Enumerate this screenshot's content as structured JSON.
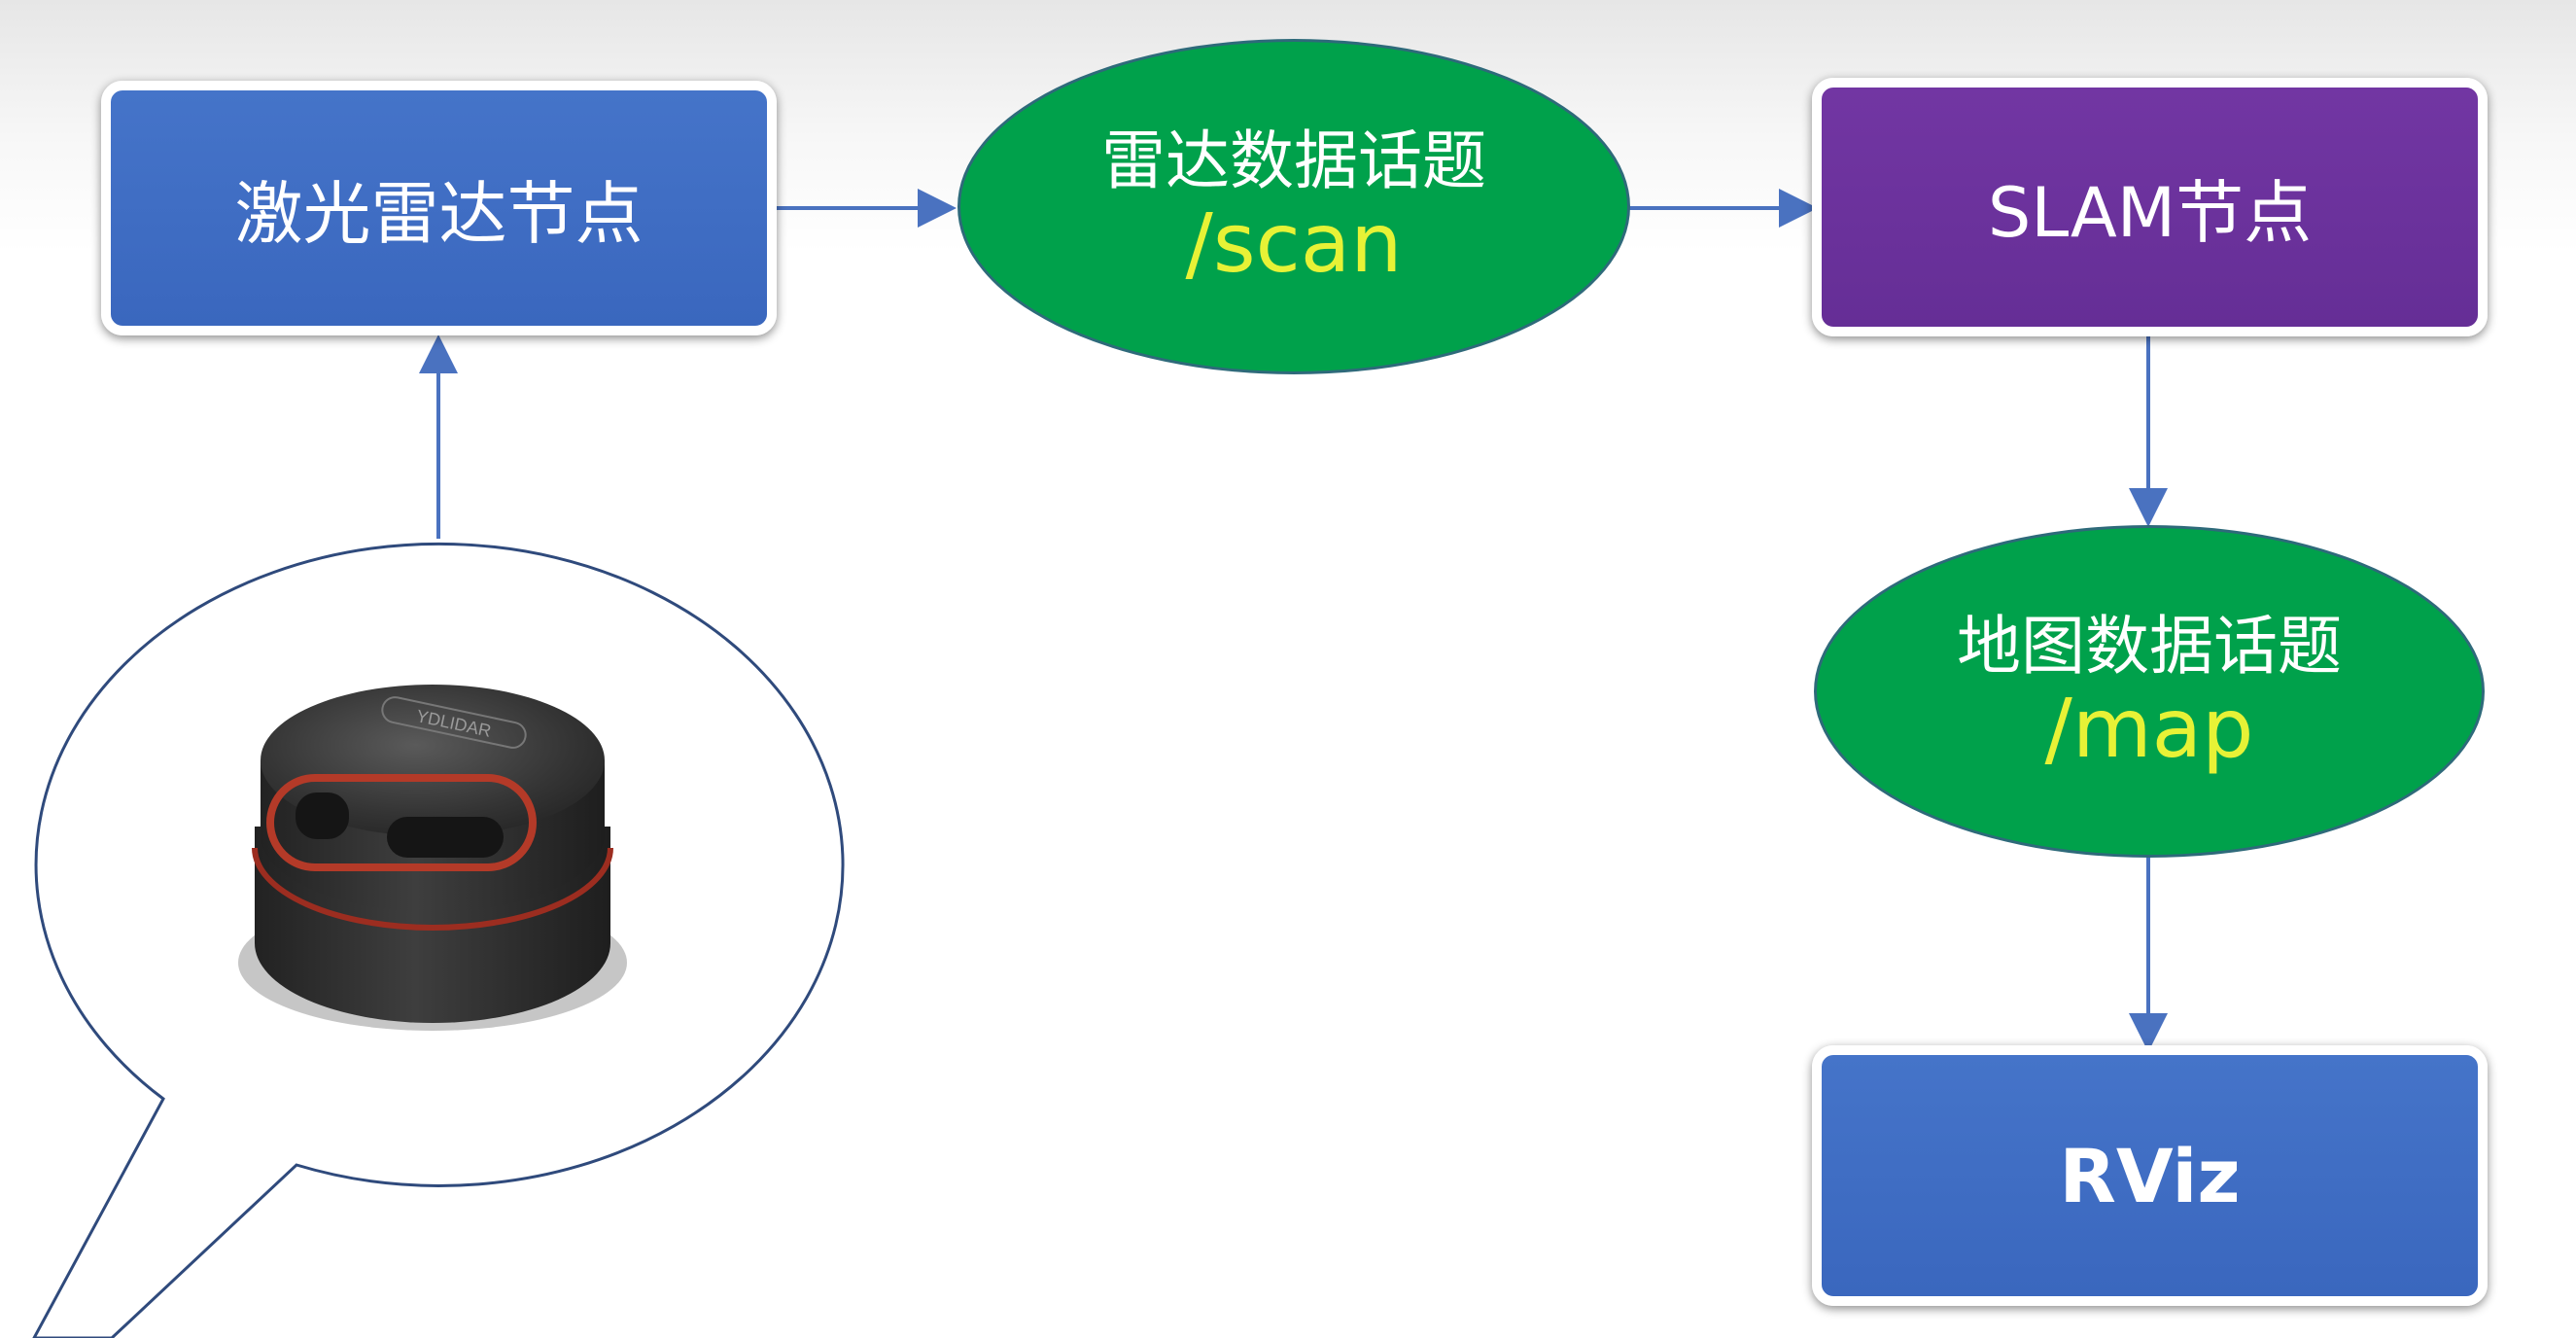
{
  "nodes": {
    "lidar": {
      "label": "激光雷达节点"
    },
    "slam": {
      "label": "SLAM节点"
    },
    "rviz": {
      "label": "RViz"
    }
  },
  "topics": {
    "scan": {
      "name": "雷达数据话题",
      "path": "/scan"
    },
    "map": {
      "name": "地图数据话题",
      "path": "/map"
    }
  },
  "device": {
    "icon": "lidar-sensor-icon",
    "brand_mark": "YDLIDAR"
  },
  "colors": {
    "node_blue": "#3f6fc4",
    "node_purple": "#6b3199",
    "topic_green": "#00a14b",
    "topic_path_yellow": "#e7f236",
    "arrow_blue": "#4a72c0",
    "callout_outline": "#2f4a7c"
  }
}
